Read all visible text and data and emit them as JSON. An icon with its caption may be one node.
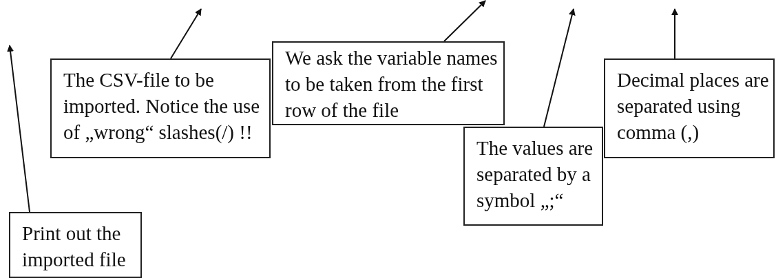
{
  "diagram": {
    "nodes": [
      {
        "text": [
          "Print out the imported file"
        ]
      },
      {
        "text": [
          "The CSV-file to be imported. Notice the use of „wrong“ slashes(/) !!"
        ]
      },
      {
        "text": [
          "We ask the variable names to be taken from the first row of the file"
        ]
      },
      {
        "text": [
          "The values are separated by a symbol „;“"
        ]
      },
      {
        "text": [
          "Decimal places are separated using comma (,)"
        ]
      }
    ],
    "edges": [
      {
        "from": 0,
        "to": null,
        "arrow": "to"
      },
      {
        "from": 1,
        "to": null,
        "arrow": "to"
      },
      {
        "from": 2,
        "to": null,
        "arrow": "to"
      },
      {
        "from": 3,
        "to": null,
        "arrow": "to"
      },
      {
        "from": 4,
        "to": null,
        "arrow": "to"
      }
    ]
  }
}
